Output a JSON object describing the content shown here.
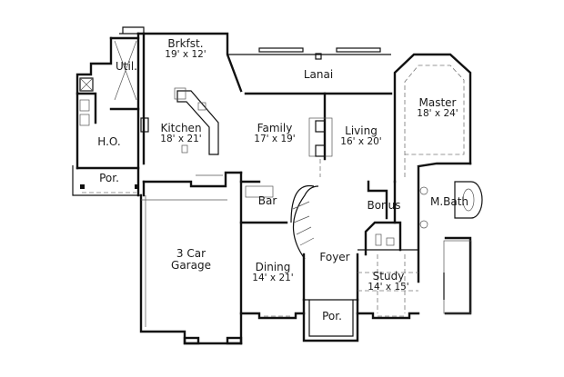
{
  "diagram": {
    "type": "floor-plan",
    "rooms": [
      {
        "id": "brkfst",
        "name": "Brkfst.",
        "dims": "19' x 12'"
      },
      {
        "id": "util",
        "name": "Util.",
        "dims": ""
      },
      {
        "id": "kitchen",
        "name": "Kitchen",
        "dims": "18' x 21'"
      },
      {
        "id": "ho",
        "name": "H.O.",
        "dims": ""
      },
      {
        "id": "por_left",
        "name": "Por.",
        "dims": ""
      },
      {
        "id": "lanai",
        "name": "Lanai",
        "dims": ""
      },
      {
        "id": "family",
        "name": "Family",
        "dims": "17' x 19'"
      },
      {
        "id": "living",
        "name": "Living",
        "dims": "16' x 20'"
      },
      {
        "id": "master",
        "name": "Master",
        "dims": "18' x 24'"
      },
      {
        "id": "bar",
        "name": "Bar",
        "dims": ""
      },
      {
        "id": "bonus",
        "name": "Bonus",
        "dims": ""
      },
      {
        "id": "mbath",
        "name": "M.Bath",
        "dims": ""
      },
      {
        "id": "garage",
        "name": "3 Car",
        "name2": "Garage",
        "dims": ""
      },
      {
        "id": "dining",
        "name": "Dining",
        "dims": "14' x 21'"
      },
      {
        "id": "foyer",
        "name": "Foyer",
        "dims": ""
      },
      {
        "id": "study",
        "name": "Study",
        "dims": "14' x 15'"
      },
      {
        "id": "por_front",
        "name": "Por.",
        "dims": ""
      }
    ],
    "colors": {
      "wall": "#111111",
      "background": "#ffffff",
      "label": "#1a1a1a"
    }
  }
}
